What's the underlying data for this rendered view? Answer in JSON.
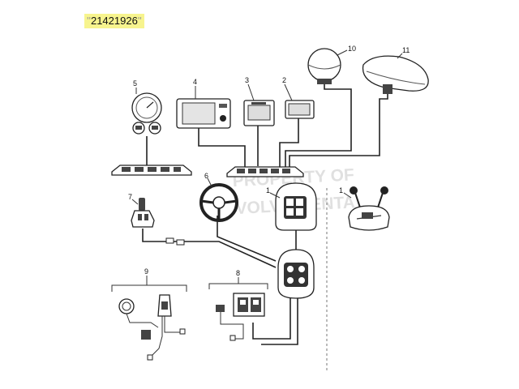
{
  "document": {
    "part_number": "21421926"
  },
  "watermark": {
    "line1": "PROPERTY OF",
    "line2": "VOLVO PENTA"
  },
  "callouts": {
    "c1a": "1",
    "c1b": "1",
    "c2": "2",
    "c3": "3",
    "c4": "4",
    "c5": "5",
    "c6": "6",
    "c7": "7",
    "c8": "8",
    "c9": "9",
    "c10": "10",
    "c11": "11"
  }
}
